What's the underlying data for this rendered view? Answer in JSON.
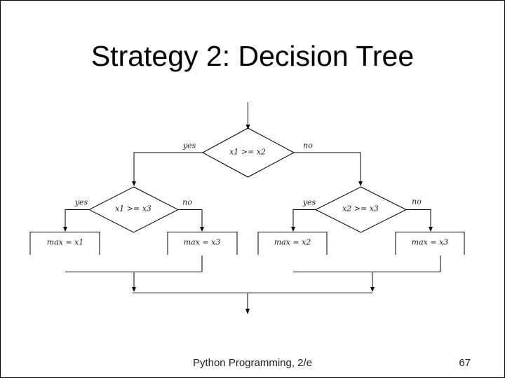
{
  "title": "Strategy 2: Decision Tree",
  "flowchart": {
    "root": {
      "condition": "x1 >= x2",
      "yes_label": "yes",
      "no_label": "no"
    },
    "left_branch": {
      "condition": "x1 >= x3",
      "yes_label": "yes",
      "no_label": "no"
    },
    "right_branch": {
      "condition": "x2 >= x3",
      "yes_label": "yes",
      "no_label": "no"
    },
    "outcomes": [
      "max = x1",
      "max = x3",
      "max = x2",
      "max = x3"
    ]
  },
  "footer": {
    "book": "Python Programming, 2/e",
    "page": "67"
  }
}
